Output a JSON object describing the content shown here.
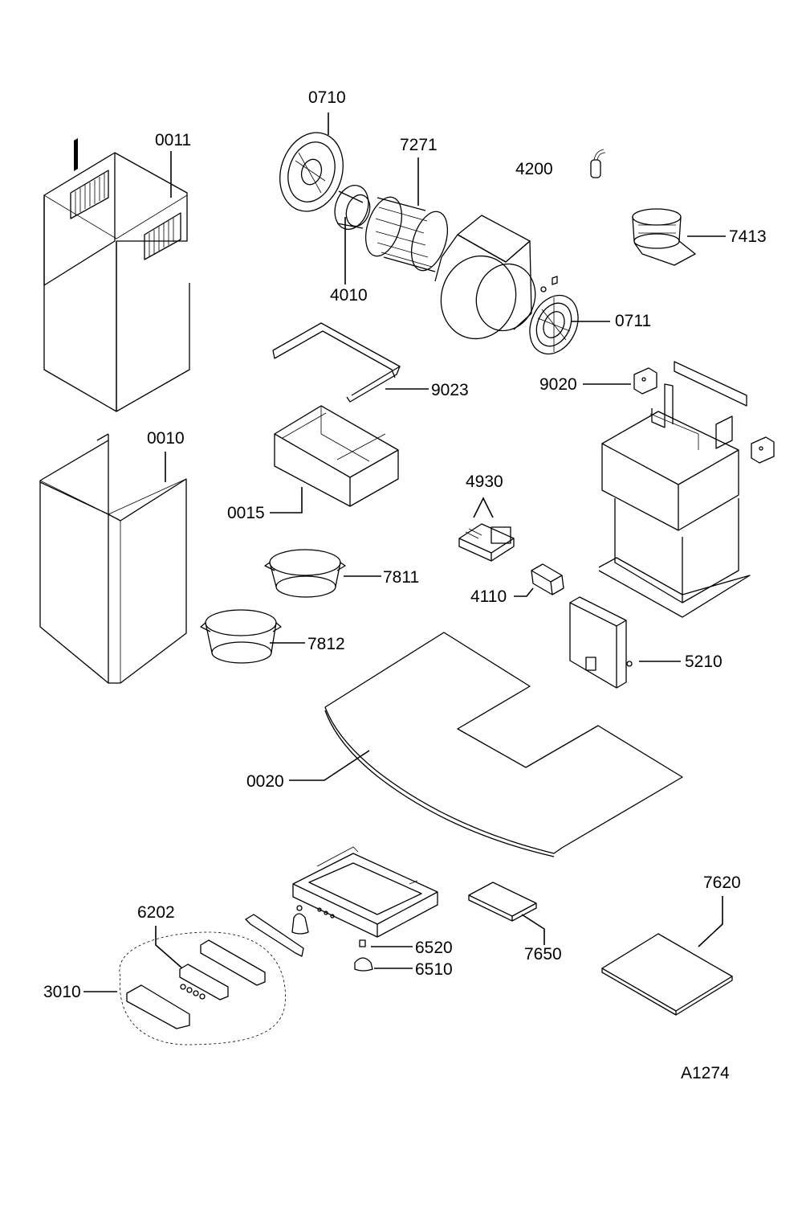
{
  "drawing_id": "A1274",
  "parts": [
    {
      "key": "p0710",
      "number": "0710"
    },
    {
      "key": "p0011",
      "number": "0011"
    },
    {
      "key": "p7271",
      "number": "7271"
    },
    {
      "key": "p4200",
      "number": "4200"
    },
    {
      "key": "p7413",
      "number": "7413"
    },
    {
      "key": "p4010",
      "number": "4010"
    },
    {
      "key": "p0711",
      "number": "0711"
    },
    {
      "key": "p9023",
      "number": "9023"
    },
    {
      "key": "p9020",
      "number": "9020"
    },
    {
      "key": "p0010",
      "number": "0010"
    },
    {
      "key": "p4930",
      "number": "4930"
    },
    {
      "key": "p0015",
      "number": "0015"
    },
    {
      "key": "p7811",
      "number": "7811"
    },
    {
      "key": "p4110",
      "number": "4110"
    },
    {
      "key": "p7812",
      "number": "7812"
    },
    {
      "key": "p5210",
      "number": "5210"
    },
    {
      "key": "p0020",
      "number": "0020"
    },
    {
      "key": "p7620",
      "number": "7620"
    },
    {
      "key": "p6202",
      "number": "6202"
    },
    {
      "key": "p6520",
      "number": "6520"
    },
    {
      "key": "p6510",
      "number": "6510"
    },
    {
      "key": "p7650",
      "number": "7650"
    },
    {
      "key": "p3010",
      "number": "3010"
    }
  ]
}
